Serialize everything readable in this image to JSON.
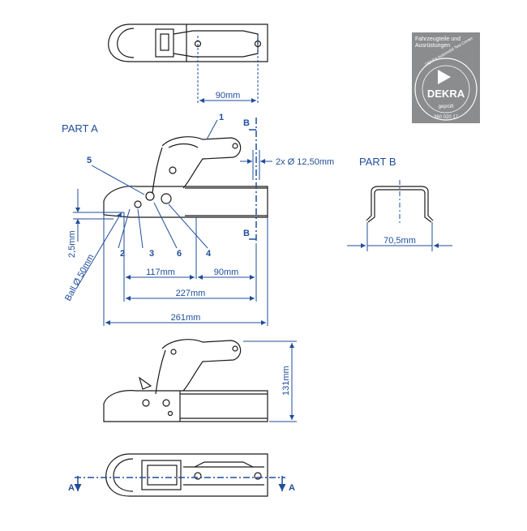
{
  "colors": {
    "dimension_blue": "#1f4e9b",
    "outline": "#1a1a1a",
    "badge_grey": "#8a8c8e"
  },
  "labels": {
    "part_a": "PART A",
    "part_b": "PART B"
  },
  "dimensions": {
    "top_90": "90mm",
    "bolt": "2x Ø 12,50mm",
    "d_117": "117mm",
    "d_90b": "90mm",
    "d_227": "227mm",
    "d_261": "261mm",
    "d_25": "2,5mm",
    "ball": "Ball Ø 50mm",
    "d_705": "70,5mm",
    "d_131": "131mm"
  },
  "callouts": {
    "c1": "1",
    "c2": "2",
    "c3": "3",
    "c4": "4",
    "c5": "5",
    "c6": "6"
  },
  "section_marks": {
    "b": "B",
    "a": "A"
  },
  "badge": {
    "line1": "Fahrzeugteile und",
    "line2": "Ausrüstungen",
    "arc": "DEKRA Automobil Test Center",
    "brand": "DEKRA",
    "status": "geprüft",
    "code": "360 020 17"
  }
}
